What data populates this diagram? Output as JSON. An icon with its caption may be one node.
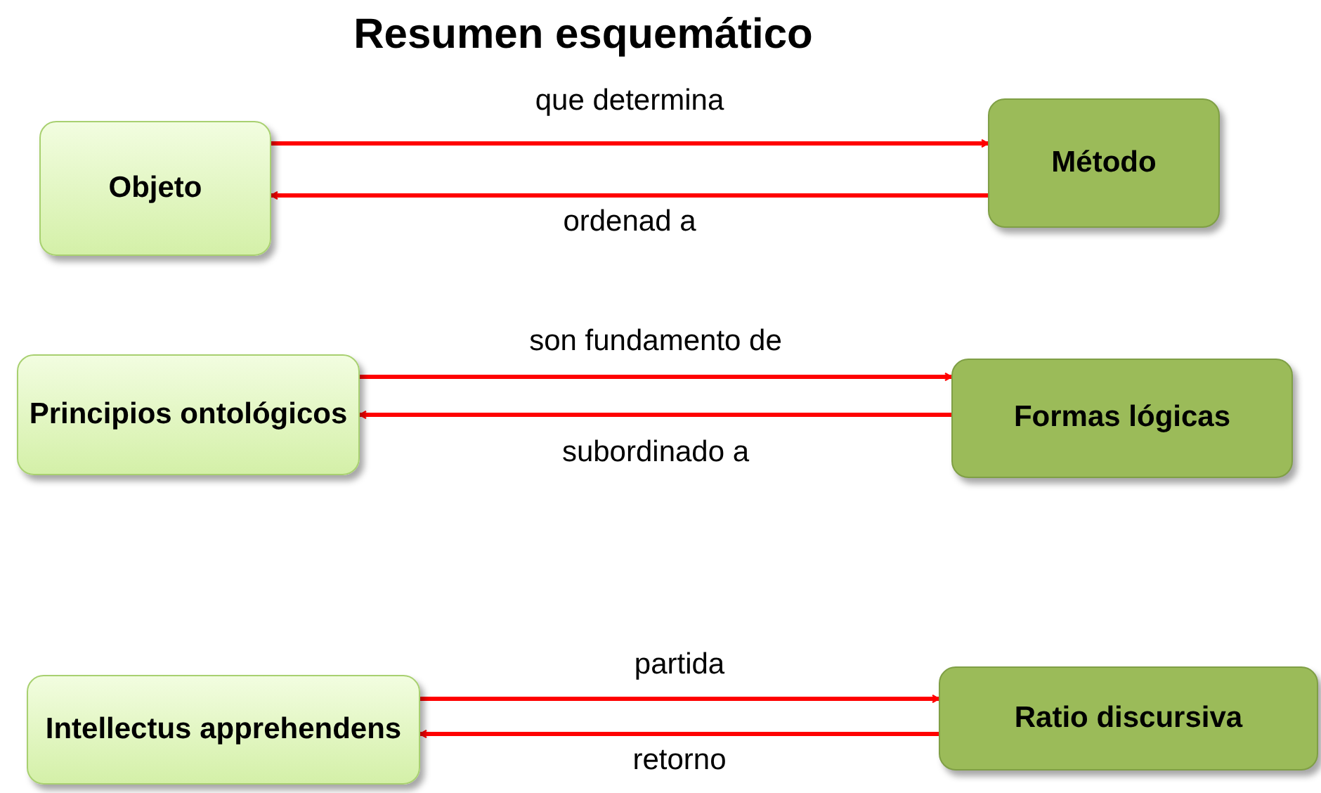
{
  "diagram": {
    "title": "Resumen esquemático",
    "nodes": [
      {
        "text": [
          "Objeto"
        ]
      },
      {
        "text": [
          "Método"
        ]
      },
      {
        "text": [
          "Principios ontológicos"
        ]
      },
      {
        "text": [
          "Formas lógicas"
        ]
      },
      {
        "text": [
          "Intellectus apprehendens"
        ]
      },
      {
        "text": [
          "Ratio discursiva"
        ]
      }
    ],
    "edges": [
      {
        "from": 0,
        "to": 1,
        "arrow": "to",
        "label": "que determina",
        "color": "#ff0000"
      },
      {
        "from": 1,
        "to": 0,
        "arrow": "to",
        "label": "ordenad a",
        "color": "#ff0000"
      },
      {
        "from": 2,
        "to": 3,
        "arrow": "to",
        "label": "son fundamento de",
        "color": "#ff0000"
      },
      {
        "from": 3,
        "to": 2,
        "arrow": "to",
        "label": "subordinado a",
        "color": "#ff0000"
      },
      {
        "from": 4,
        "to": 5,
        "arrow": "to",
        "label": "partida",
        "color": "#ff0000"
      },
      {
        "from": 5,
        "to": 4,
        "arrow": "to",
        "label": "retorno",
        "color": "#ff0000"
      }
    ]
  }
}
